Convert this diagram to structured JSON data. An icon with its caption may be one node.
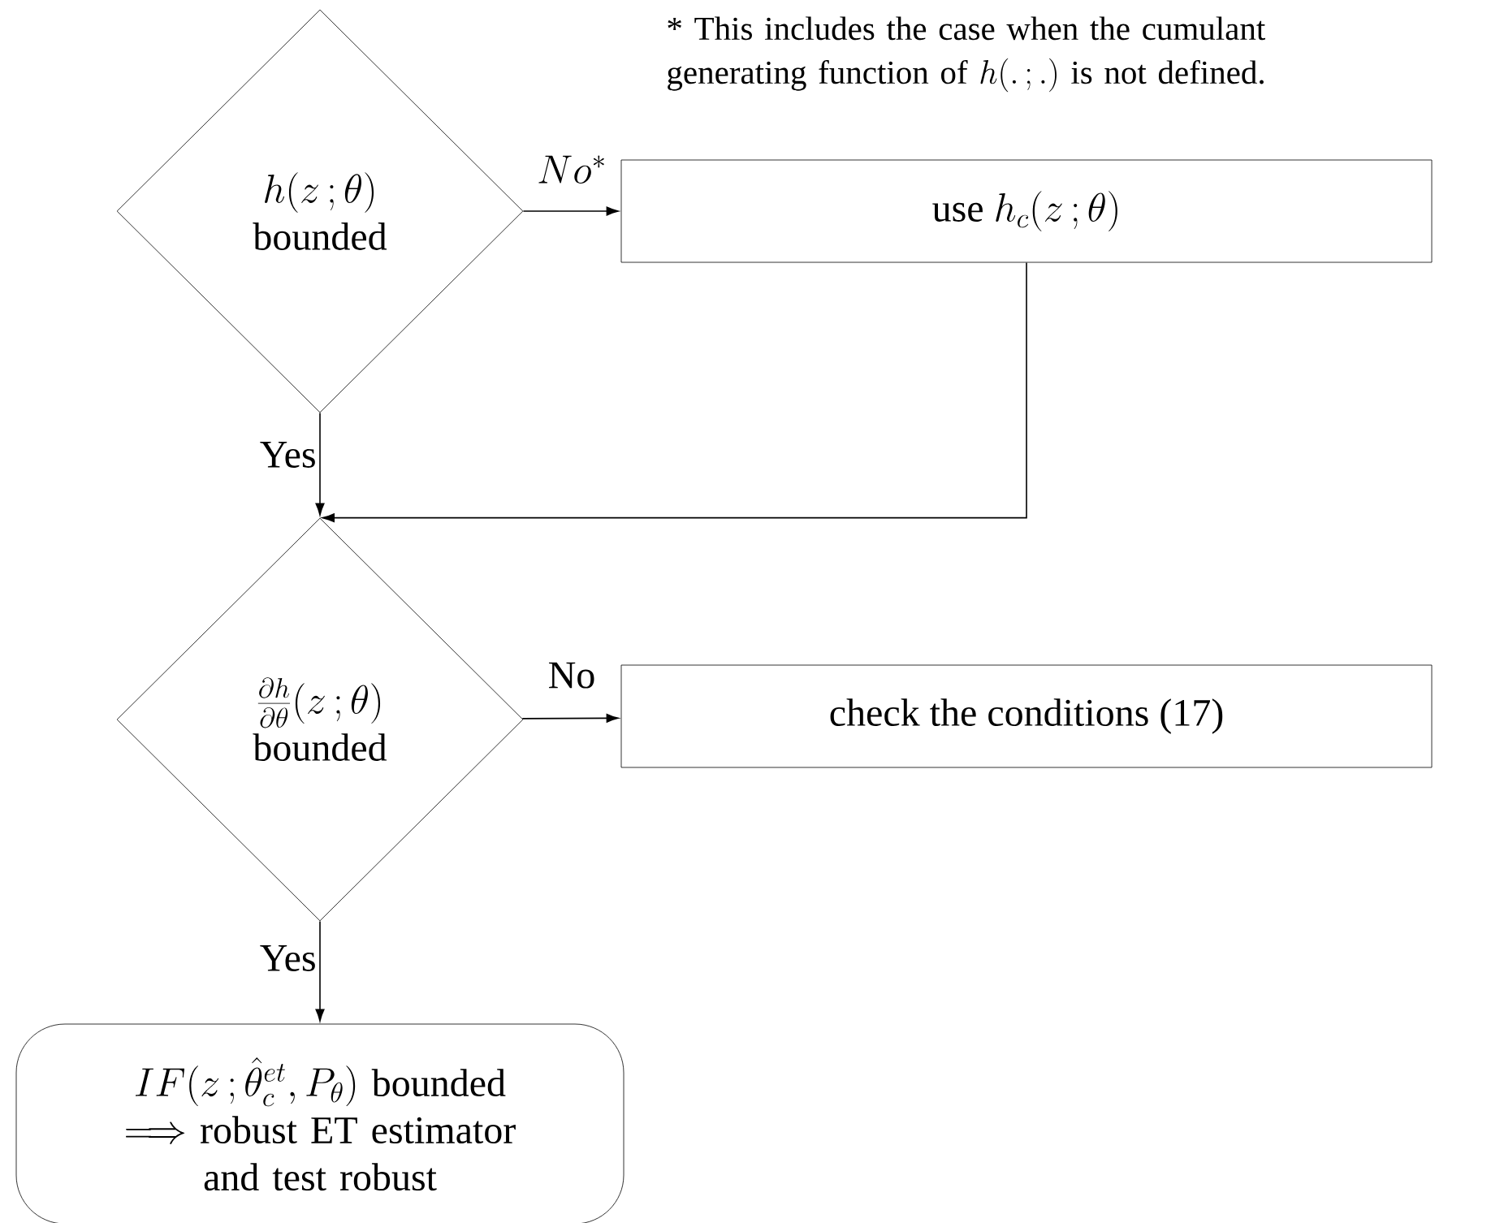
{
  "diagram": {
    "nodes": [
      {
        "text": [
          "h(z\\,;\\theta)",
          "bounded"
        ]
      },
      {
        "text": [
          "use",
          "h_c(z\\,;\\theta)"
        ]
      },
      {
        "text": [
          "\\frac{\\partial h}{\\partial\\theta}(z\\,;\\theta)",
          "bounded"
        ]
      },
      {
        "text": [
          "check the conditions (17)"
        ]
      },
      {
        "text": [
          "IF(z\\,;\\hat{\\theta}_c^{et},P_\\theta)",
          "bounded",
          "\\Longrightarrow",
          "robust ET estimator and test robust"
        ]
      }
    ],
    "edges": [
      {
        "from": 0,
        "to": 1,
        "arrow": "to",
        "label": "No^{*}"
      },
      {
        "from": 0,
        "to": 2,
        "arrow": "to",
        "label": "Yes"
      },
      {
        "from": 1,
        "to": 2,
        "arrow": "to"
      },
      {
        "from": 2,
        "to": 3,
        "arrow": "to",
        "label": "No"
      },
      {
        "from": 2,
        "to": 4,
        "arrow": "to",
        "label": "Yes"
      }
    ],
    "labels": [
      "* This includes the case when the cumulant generating function of",
      "h(.\\,;.)",
      "is not defined."
    ]
  }
}
